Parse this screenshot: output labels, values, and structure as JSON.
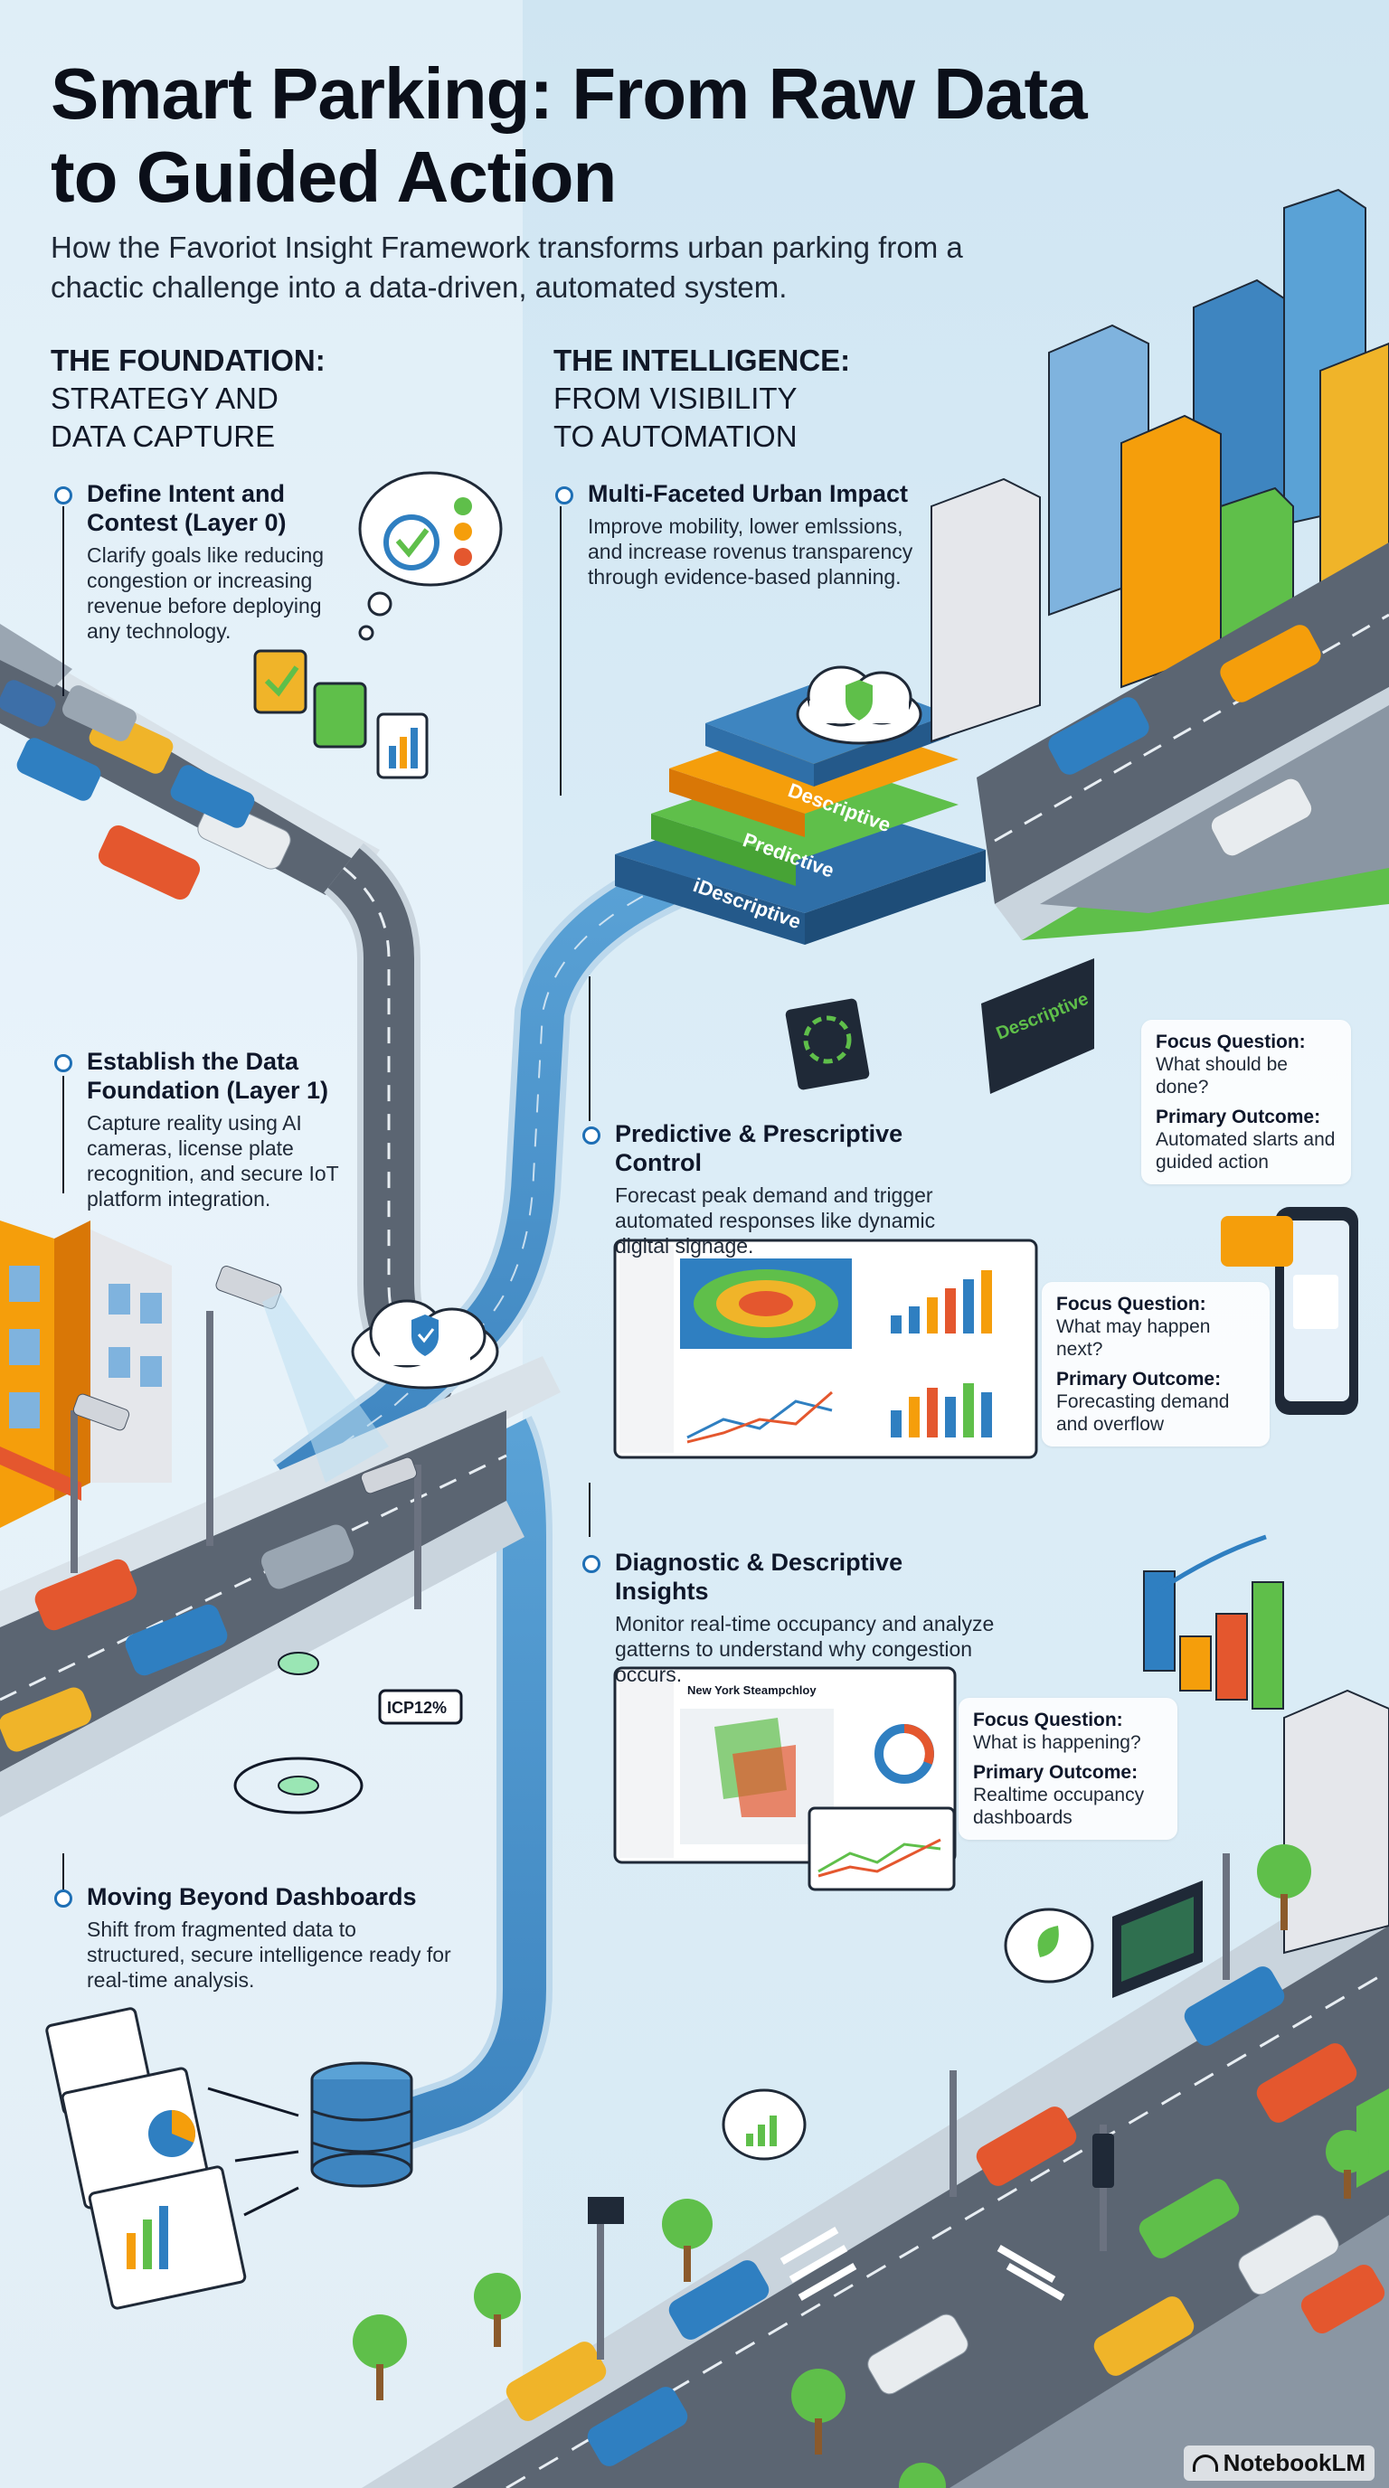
{
  "title": "Smart Parking: From Raw Data to Guided Action",
  "subtitle": "How the Favoriot Insight Framework transforms urban parking from a chactic challenge into a data-driven, automated system.",
  "foundation": {
    "heading_strong": "THE FOUNDATION:",
    "heading_light1": "STRATEGY AND",
    "heading_light2": "DATA CAPTURE",
    "items": [
      {
        "title": "Define Intent and Contest (Layer 0)",
        "text": "Clarify goals like reducing congestion or increasing revenue before deploying any technology."
      },
      {
        "title": "Establish the Data Foundation (Layer 1)",
        "text": "Capture reality using AI cameras, license plate recognition, and secure IoT platform integration."
      },
      {
        "title": "Moving Beyond Dashboards",
        "text": "Shift from fragmented data to structured, secure intelligence ready for real-time analysis."
      }
    ]
  },
  "intelligence": {
    "heading_strong": "THE INTELLIGENCE:",
    "heading_light1": "FROM VISIBILITY",
    "heading_light2": "TO AUTOMATION",
    "items": [
      {
        "title": "Multi-Faceted Urban Impact",
        "text": "Improve mobility, lower emlssions, and increase rovenus transparency through evidence-based planning."
      },
      {
        "title": "Predictive & Prescriptive Control",
        "text": "Forecast peak demand and trigger automated responses like dynamic digital signage."
      },
      {
        "title": "Diagnostic & Descriptive Insights",
        "text": "Monitor real-time occupancy and analyze gatterns to understand why congestion occurs."
      }
    ]
  },
  "focus_cards": [
    {
      "q_label": "Focus Question:",
      "q": "What should be done?",
      "o_label": "Primary Outcome:",
      "o": "Automated slarts and guided action"
    },
    {
      "q_label": "Focus Question:",
      "q": "What may happen next?",
      "o_label": "Primary Outcome:",
      "o": "Forecasting demand and overflow"
    },
    {
      "q_label": "Focus Question:",
      "q": "What is happening?",
      "o_label": "Primary Outcome:",
      "o": "Realtime occupancy dashboards"
    }
  ],
  "layer_stack": [
    "Descriptive",
    "Predictive",
    "iDescriptive"
  ],
  "sign_text": "Descriptive",
  "dashboard_titles": [
    "New York Steampchloy"
  ],
  "plate_text": "ICP12%",
  "badge": "NotebookLM",
  "colors": {
    "road": "#5b6572",
    "road_edge": "#c9d4dd",
    "flow": "#4a90c9",
    "orange": "#f59e0b",
    "green": "#5fbf4a",
    "blue": "#2f7fc1"
  }
}
